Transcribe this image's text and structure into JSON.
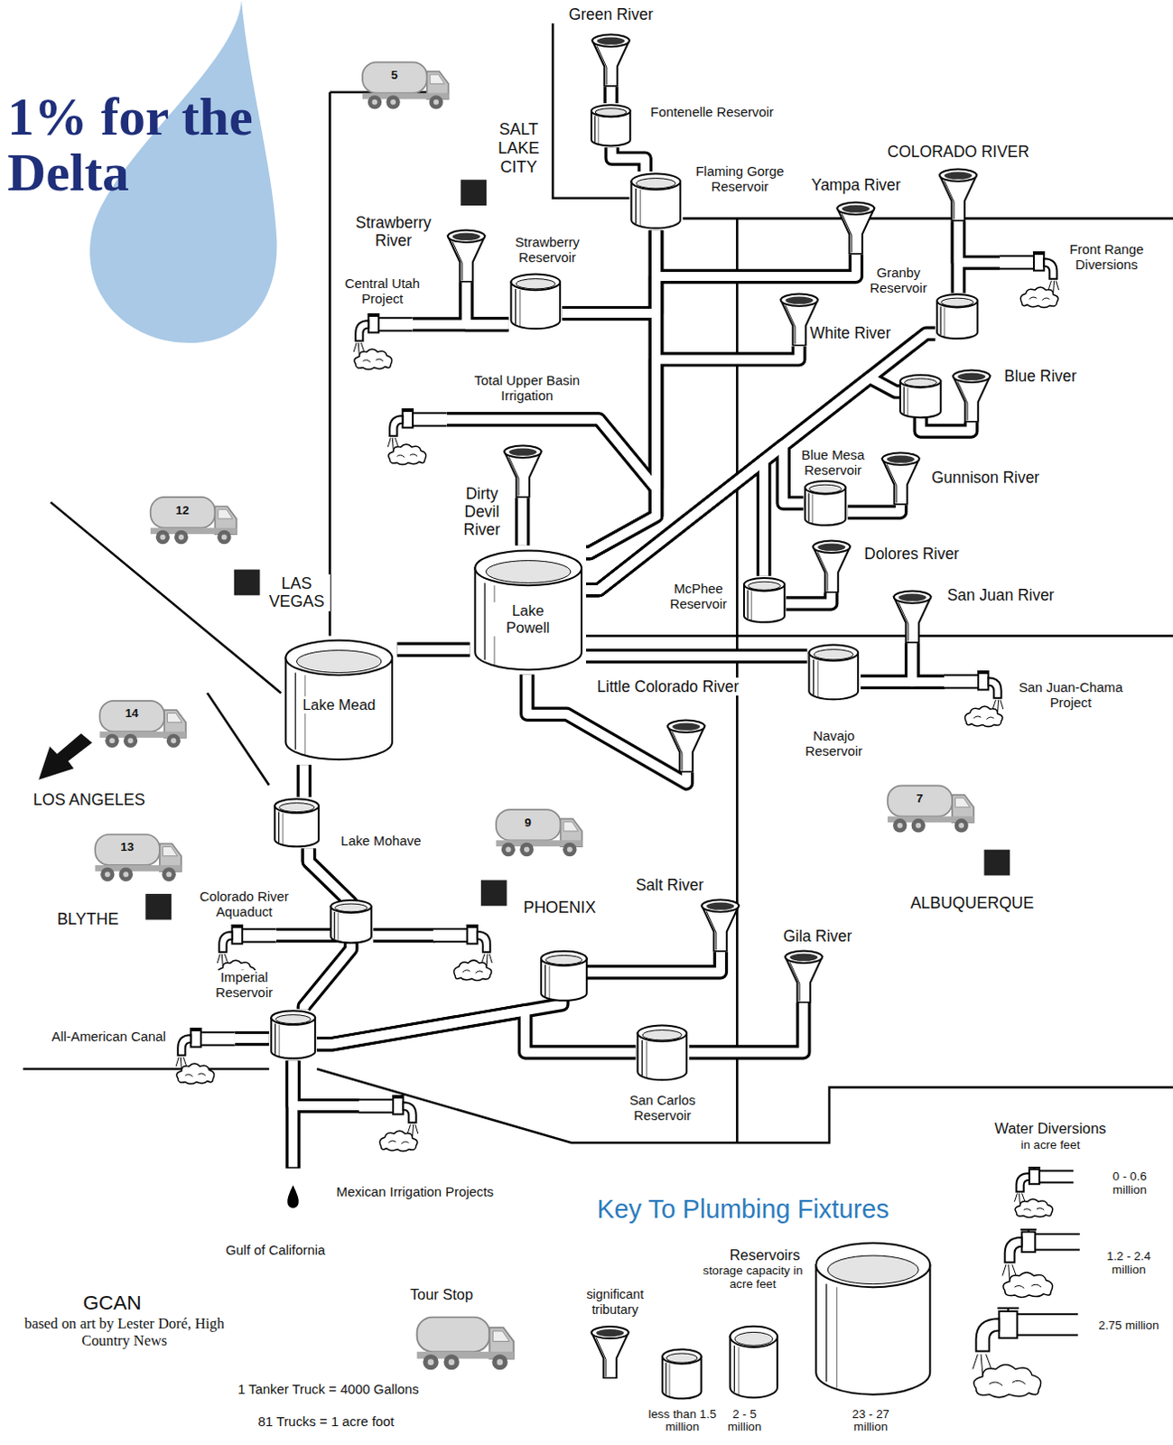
{
  "diagram": {
    "title": "1% for the Delta",
    "caption": "based on art by Lester Doré, High Country News",
    "nodes": [
      {
        "text": [
          "Green River"
        ]
      },
      {
        "text": [
          "Fontenelle Reservoir"
        ]
      },
      {
        "text": [
          "COLORADO RIVER"
        ]
      },
      {
        "text": [
          "Flaming Gorge Reservoir"
        ]
      },
      {
        "text": [
          "Yampa River"
        ]
      },
      {
        "text": [
          "Strawberry River"
        ]
      },
      {
        "text": [
          "Front Range Diversions"
        ]
      },
      {
        "text": [
          "Strawberry Reservoir"
        ]
      },
      {
        "text": [
          "Granby Reservoir"
        ]
      },
      {
        "text": [
          "Central Utah Project"
        ]
      },
      {
        "text": [
          "White River"
        ]
      },
      {
        "text": [
          "Blue River"
        ]
      },
      {
        "text": [
          "Total Upper Basin Irrigation"
        ]
      },
      {
        "text": [
          "Dirty Devil River"
        ]
      },
      {
        "text": [
          "Blue Mesa Reservoir"
        ]
      },
      {
        "text": [
          "Gunnison River"
        ]
      },
      {
        "text": [
          "Dolores River"
        ]
      },
      {
        "text": [
          "Lake Powell"
        ]
      },
      {
        "text": [
          "McPhee Reservoir"
        ]
      },
      {
        "text": [
          "San Juan River"
        ]
      },
      {
        "text": [
          "Lake Mead"
        ]
      },
      {
        "text": [
          "Navajo Reservoir"
        ]
      },
      {
        "text": [
          "Little Colorado River"
        ]
      },
      {
        "text": [
          "San Juan-Chama Project"
        ]
      },
      {
        "text": [
          "Lake Mohave"
        ]
      },
      {
        "text": [
          "Colorado River Aquaduct"
        ]
      },
      {
        "text": [
          "Salt River"
        ]
      },
      {
        "text": [
          "Gila River"
        ]
      },
      {
        "text": [
          "Imperial Reservoir"
        ]
      },
      {
        "text": [
          "All-American Canal"
        ]
      },
      {
        "text": [
          "San Carlos Reservoir"
        ]
      },
      {
        "text": [
          "Mexican Irrigation Projects"
        ]
      }
    ],
    "edges": [
      {
        "from": 0,
        "to": 1,
        "arrow": "none"
      },
      {
        "from": 1,
        "to": 3,
        "arrow": "none"
      },
      {
        "from": 3,
        "to": 17,
        "arrow": "none"
      },
      {
        "from": 4,
        "to": 17,
        "arrow": "none"
      },
      {
        "from": 10,
        "to": 17,
        "arrow": "none"
      },
      {
        "from": 3,
        "to": 7,
        "arrow": "none"
      },
      {
        "from": 5,
        "to": 7,
        "arrow": "none"
      },
      {
        "from": 7,
        "to": 9,
        "arrow": "none"
      },
      {
        "from": 3,
        "to": 12,
        "arrow": "none"
      },
      {
        "from": 13,
        "to": 17,
        "arrow": "none"
      },
      {
        "from": 2,
        "to": 8,
        "arrow": "none"
      },
      {
        "from": 2,
        "to": 6,
        "arrow": "none"
      },
      {
        "from": 8,
        "to": 17,
        "arrow": "none"
      },
      {
        "from": 11,
        "to": 17,
        "arrow": "none"
      },
      {
        "from": 15,
        "to": 14,
        "arrow": "none"
      },
      {
        "from": 14,
        "to": 17,
        "arrow": "none"
      },
      {
        "from": 16,
        "to": 18,
        "arrow": "none"
      },
      {
        "from": 18,
        "to": 17,
        "arrow": "none"
      },
      {
        "from": 19,
        "to": 21,
        "arrow": "none"
      },
      {
        "from": 19,
        "to": 23,
        "arrow": "none"
      },
      {
        "from": 21,
        "to": 17,
        "arrow": "none"
      },
      {
        "from": 17,
        "to": 20,
        "arrow": "none"
      },
      {
        "from": 22,
        "to": 17,
        "arrow": "none"
      },
      {
        "from": 20,
        "to": 24,
        "arrow": "none"
      },
      {
        "from": 24,
        "to": 25,
        "arrow": "none"
      },
      {
        "from": 24,
        "to": 28,
        "arrow": "none"
      },
      {
        "from": 28,
        "to": 29,
        "arrow": "none"
      },
      {
        "from": 28,
        "to": 31,
        "arrow": "none"
      },
      {
        "from": 26,
        "to": 28,
        "arrow": "none"
      },
      {
        "from": 27,
        "to": 30,
        "arrow": "none"
      },
      {
        "from": 30,
        "to": 28,
        "arrow": "none"
      }
    ],
    "labels": [
      "SALT LAKE CITY",
      "5",
      "LAS VEGAS",
      "12",
      "LOS ANGELES",
      "14",
      "BLYTHE",
      "13",
      "PHOENIX",
      "9",
      "ALBUQUERQUE",
      "7",
      "Gulf of California",
      "GCAN",
      "1 Tanker Truck = 4000 Gallons",
      "81 Trucks = 1 acre foot",
      "Key To Plumbing Fixtures",
      "Reservoirs",
      "storage capacity in acre feet",
      "Water Diversions",
      "in acre feet"
    ],
    "legend": [
      {
        "text": "Tour Stop"
      },
      {
        "text": "significant tributary"
      },
      {
        "text": "less than 1.5 million"
      },
      {
        "text": "2 - 5 million"
      },
      {
        "text": "23 - 27 million"
      },
      {
        "text": "0 - 0.6 million"
      },
      {
        "text": "1.2 - 2.4 million"
      },
      {
        "text": "2.75 million"
      }
    ]
  }
}
